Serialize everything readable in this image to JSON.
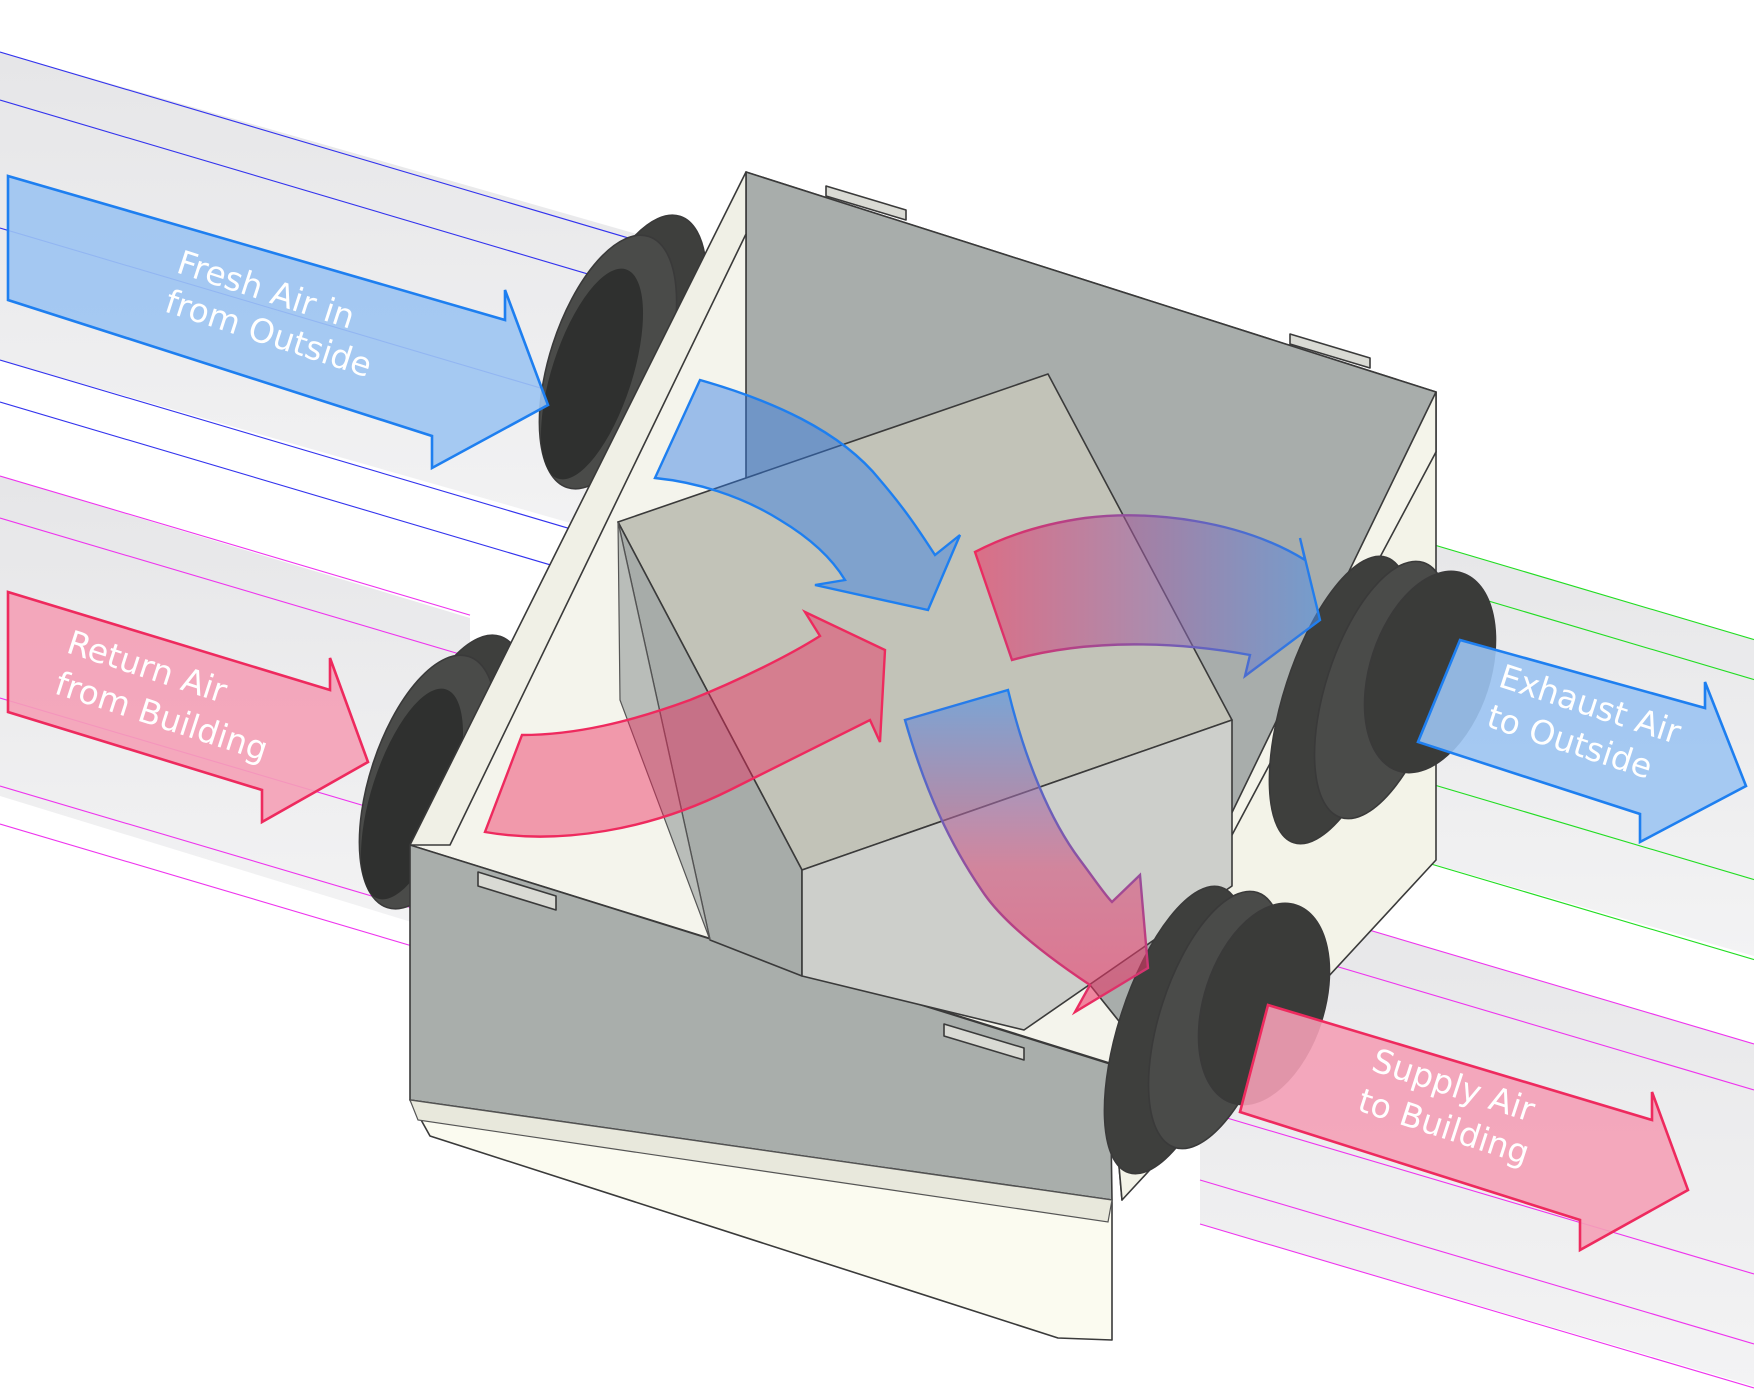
{
  "labels": {
    "fresh_air": {
      "line1": "Fresh Air in",
      "line2": "from Outside"
    },
    "return_air": {
      "line1": "Return Air",
      "line2": "from Building"
    },
    "exhaust_air": {
      "line1": "Exhaust Air",
      "line2": "to Outside"
    },
    "supply_air": {
      "line1": "Supply Air",
      "line2": "to Building"
    }
  },
  "colors": {
    "cold_stream": "#1e7ff0",
    "cold_fill": "#9cc4f2",
    "warm_stream": "#ee2a5e",
    "warm_fill": "#f4a0b6",
    "exhaust_guide": "#22dd22",
    "intake_guide": "#3333ee",
    "building_guide": "#ee33ee"
  }
}
